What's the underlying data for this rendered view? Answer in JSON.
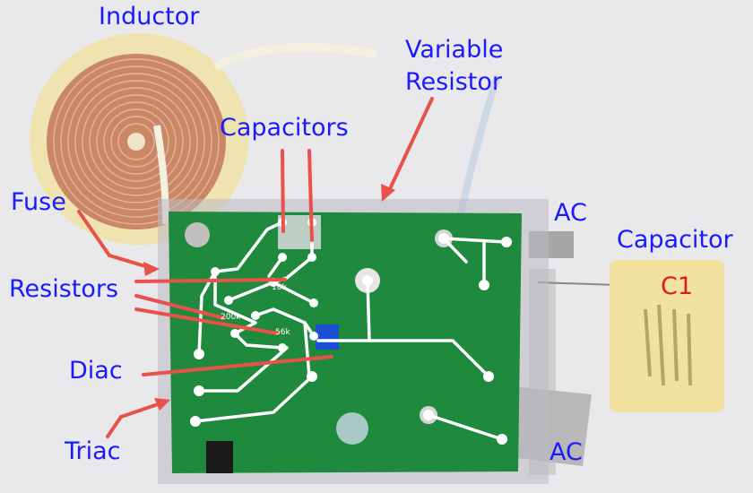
{
  "labels": {
    "inductor": "Inductor",
    "variable_resistor_line1": "Variable",
    "variable_resistor_line2": "Resistor",
    "capacitors": "Capacitors",
    "fuse": "Fuse",
    "ac_top": "AC",
    "capacitor": "Capacitor",
    "c1": "C1",
    "resistors": "Resistors",
    "diac": "Diac",
    "triac": "Triac",
    "ac_bottom": "AC"
  },
  "board_markings": {
    "r1": "10k",
    "r2": "200k",
    "r3": "56k"
  },
  "colors": {
    "label_text": "#1a1aff",
    "c1_text": "#e01a1a",
    "arrow": "#e8524a",
    "pcb_green": "#1f8a3e",
    "trace_white": "#ffffff",
    "copper": "#c8825c",
    "capacitor_body": "#f2e2a0"
  }
}
